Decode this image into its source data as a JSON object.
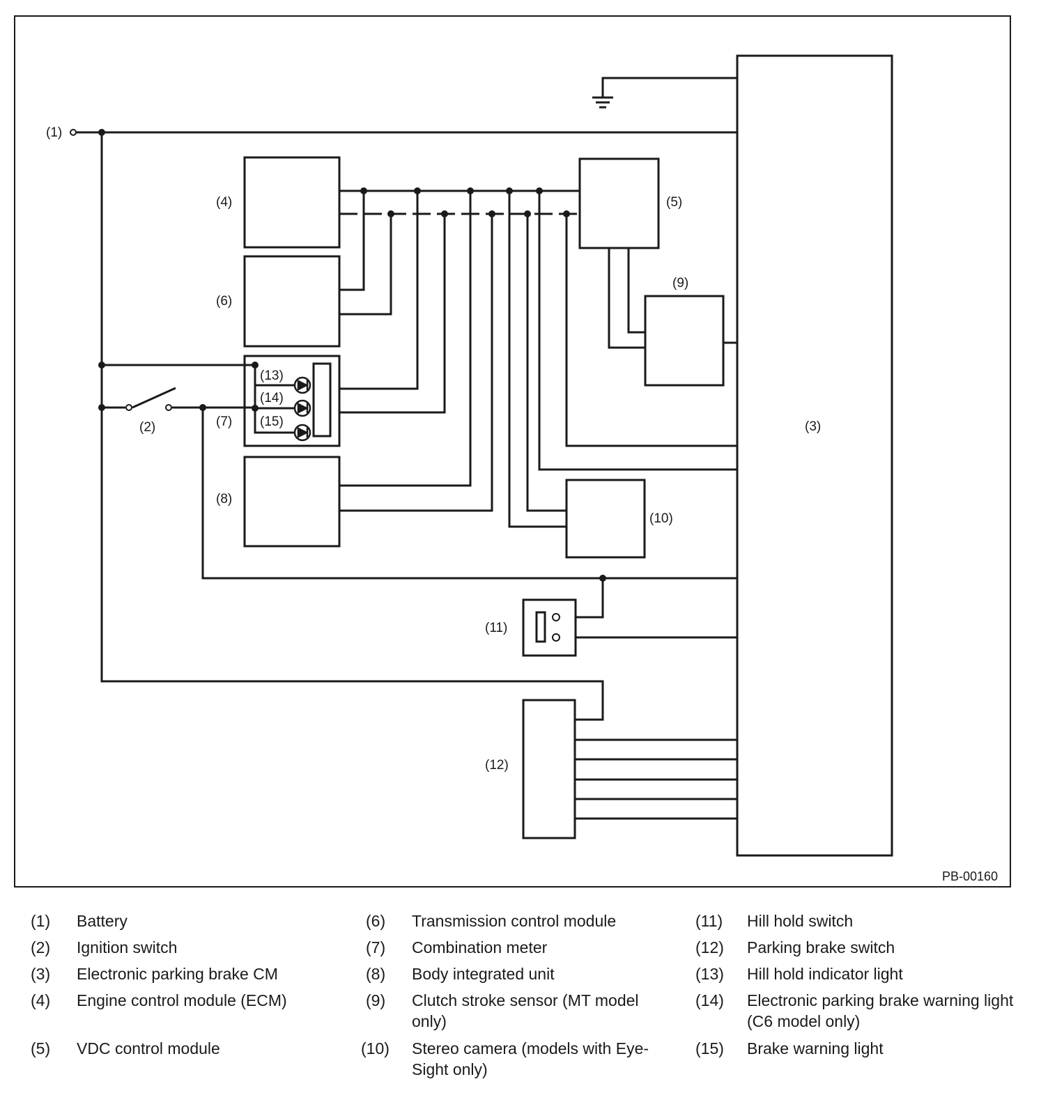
{
  "figure_code": "PB-00160",
  "callouts": {
    "c1": "(1)",
    "c2": "(2)",
    "c3": "(3)",
    "c4": "(4)",
    "c5": "(5)",
    "c6": "(6)",
    "c7": "(7)",
    "c8": "(8)",
    "c9": "(9)",
    "c10": "(10)",
    "c11": "(11)",
    "c12": "(12)",
    "c13": "(13)",
    "c14": "(14)",
    "c15": "(15)"
  },
  "legend": [
    {
      "num": "(1)",
      "text": "Battery"
    },
    {
      "num": "(2)",
      "text": "Ignition switch"
    },
    {
      "num": "(3)",
      "text": "Electronic parking brake CM"
    },
    {
      "num": "(4)",
      "text": "Engine control module (ECM)"
    },
    {
      "num": "(5)",
      "text": "VDC control module"
    },
    {
      "num": "(6)",
      "text": "Transmission control module"
    },
    {
      "num": "(7)",
      "text": "Combination meter"
    },
    {
      "num": "(8)",
      "text": "Body integrated unit"
    },
    {
      "num": "(9)",
      "text": "Clutch stroke sensor (MT model only)"
    },
    {
      "num": "(10)",
      "text": "Stereo camera (models with Eye-Sight only)"
    },
    {
      "num": "(11)",
      "text": "Hill hold switch"
    },
    {
      "num": "(12)",
      "text": "Parking brake switch"
    },
    {
      "num": "(13)",
      "text": "Hill hold indicator light"
    },
    {
      "num": "(14)",
      "text": "Electronic parking brake warning light (C6 model only)"
    },
    {
      "num": "(15)",
      "text": "Brake warning light"
    }
  ],
  "colors": {
    "ink": "#1a1a1a",
    "background": "#ffffff"
  }
}
